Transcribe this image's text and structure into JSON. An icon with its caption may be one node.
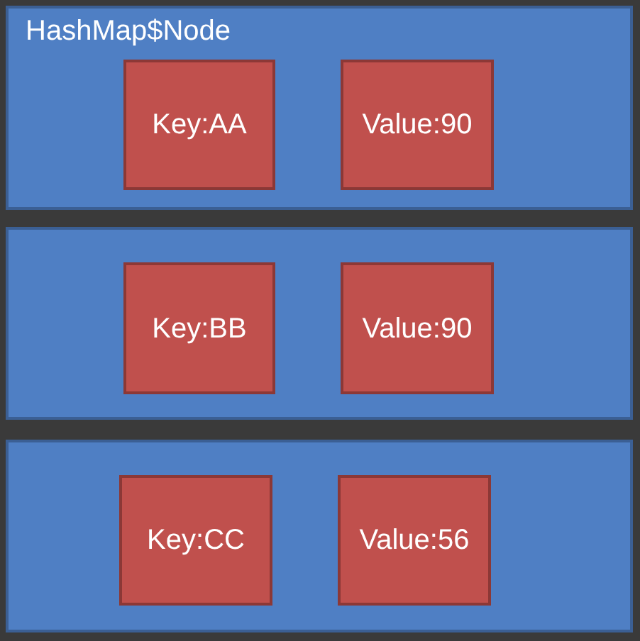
{
  "diagram": {
    "nodes": [
      {
        "text": [
          "HashMap$Node"
        ]
      },
      {
        "text": [
          "Key:AA"
        ],
        "in": 0
      },
      {
        "text": [
          "Value:90"
        ],
        "in": 0
      },
      {
        "text": [],
        "shape": "box"
      },
      {
        "text": [
          "Key:BB"
        ],
        "in": 3
      },
      {
        "text": [
          "Value:90"
        ],
        "in": 3
      },
      {
        "text": [],
        "shape": "box"
      },
      {
        "text": [
          "Key:CC"
        ],
        "in": 6
      },
      {
        "text": [
          "Value:56"
        ],
        "in": 6
      }
    ]
  }
}
